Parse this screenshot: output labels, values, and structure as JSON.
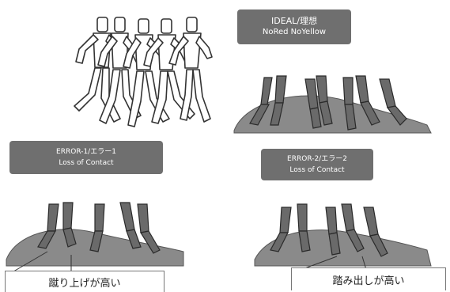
{
  "ideal": {
    "title": "IDEAL/理想",
    "subtitle": "NoRed NoYellow"
  },
  "error1": {
    "title": "ERROR-1/エラー1",
    "subtitle": "Loss of Contact",
    "caption": "蹴り上げが高い"
  },
  "error2": {
    "title": "ERROR-2/エラー2",
    "subtitle": "Loss of Contact",
    "caption": "踏み出しが高い"
  },
  "colors": {
    "label_bg": "#6f6f6f",
    "leg_fill": "#6a6a6a",
    "ground": "#8a8a8a"
  }
}
